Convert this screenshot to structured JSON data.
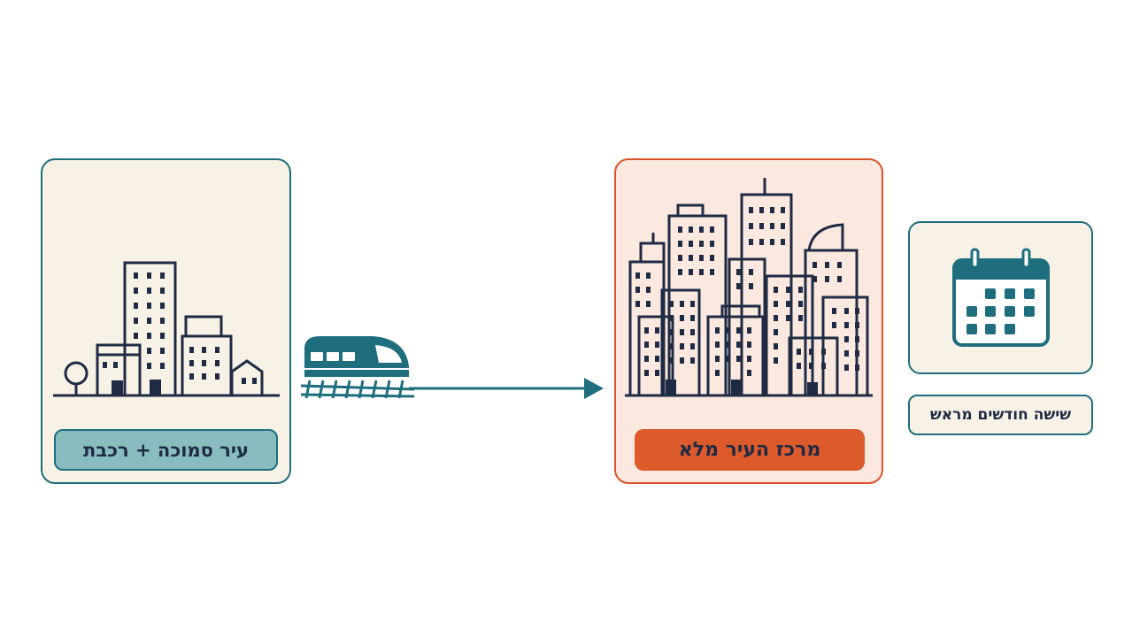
{
  "nodes": {
    "origin": {
      "label": "עיר סמוכה + רכבת"
    },
    "destination": {
      "label": "מרכז העיר מלא"
    },
    "timing": {
      "label": "שישה חודשים מראש"
    }
  },
  "icons": {
    "origin": "small-town-icon",
    "transport": "train-icon",
    "destination": "city-skyline-icon",
    "timing": "calendar-icon"
  },
  "colors": {
    "navy": "#1f2a44",
    "teal": "#1e6e7e",
    "orange": "#d8542a",
    "cream": "#f8f2e6",
    "peach": "#fbe8de"
  }
}
